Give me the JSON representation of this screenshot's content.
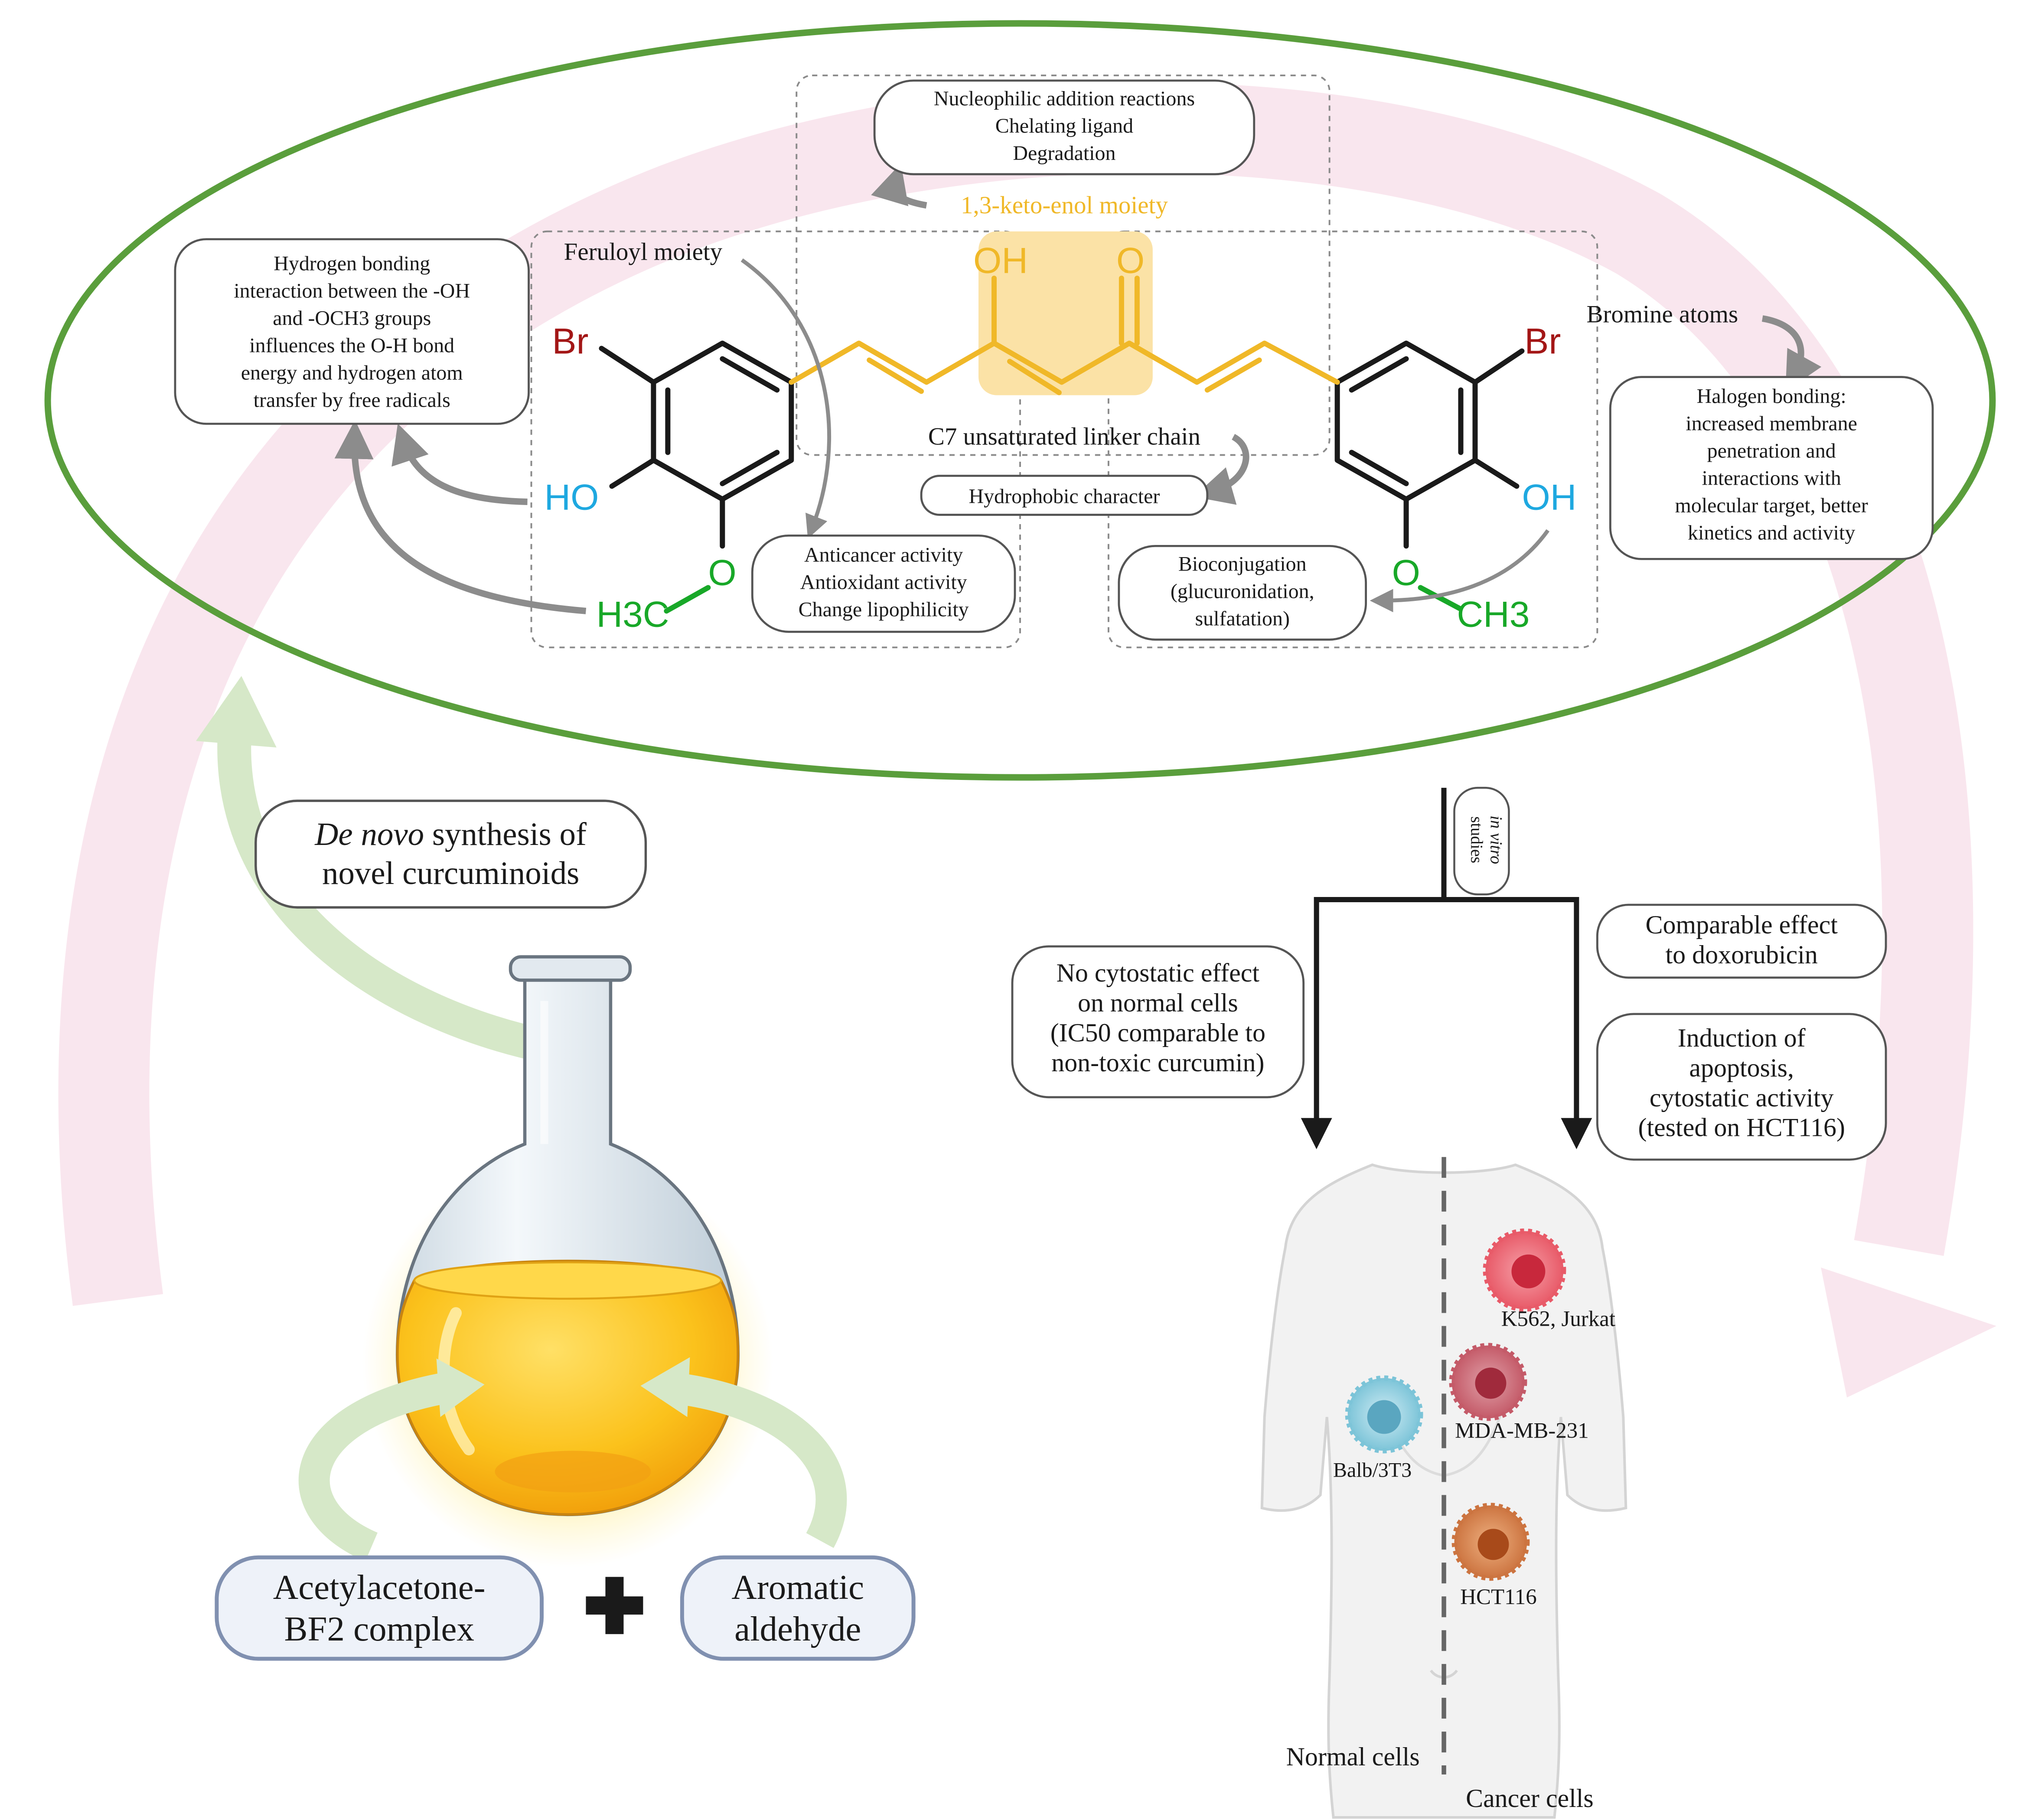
{
  "colors": {
    "ellipse": "#5a9e3c",
    "linker": "#f0b828",
    "bromine": "#a31616",
    "hydroxyl": "#1ea8e0",
    "methoxy": "#18a828",
    "pink_arrow": "#f9e6ee",
    "green_arrow": "#d6e8c8",
    "highlight": "#fbe2a6"
  },
  "molecule": {
    "br_left": "Br",
    "br_right": "Br",
    "oh_enol": "OH",
    "o_keto": "O",
    "ho_left": "HO",
    "oh_right": "OH",
    "o_left": "O",
    "o_right": "O",
    "h3c_left": "H3C",
    "ch3_right": "CH3"
  },
  "labels": {
    "keto_enol": "1,3-keto-enol moiety",
    "feruloyl": "Feruloyl moiety",
    "bromine_atoms": "Bromine atoms",
    "c7_linker": "C7 unsaturated linker chain",
    "nucleophilic": [
      "Nucleophilic addition reactions",
      "Chelating ligand",
      "Degradation"
    ],
    "hydrogen_bonding": [
      "Hydrogen bonding",
      "interaction between the -OH",
      "and -OCH3 groups",
      "influences the O-H bond",
      "energy and hydrogen atom",
      "transfer by free radicals"
    ],
    "hydrophobic": "Hydrophobic character",
    "halogen": [
      "Halogen bonding:",
      "increased membrane",
      "penetration and",
      "interactions with",
      "molecular target, better",
      "kinetics and activity"
    ],
    "anticancer": [
      "Anticancer activity",
      "Antioxidant activity",
      "Change lipophilicity"
    ],
    "bioconjugation": [
      "Bioconjugation",
      "(glucuronidation,",
      "sulfatation)"
    ]
  },
  "synthesis": {
    "title_italic": "De novo",
    "title_rest": " synthesis of",
    "title_line2": "novel curcuminoids",
    "reagent1_line1": "Acetylacetone-",
    "reagent1_line2": "BF2 complex",
    "reagent2_line1": "Aromatic",
    "reagent2_line2": "aldehyde"
  },
  "studies": {
    "in_vitro": "in vitro",
    "studies": "studies",
    "no_cytostatic": [
      "No cytostatic effect",
      "on normal cells",
      "(IC50 comparable to",
      "non-toxic curcumin)"
    ],
    "comparable": [
      "Comparable effect",
      "to doxorubicin"
    ],
    "induction": [
      "Induction of",
      "apoptosis,",
      "cytostatic activity",
      "(tested on HCT116)"
    ]
  },
  "cells": {
    "k562": "K562, Jurkat",
    "mda": "MDA-MB-231",
    "balb": "Balb/3T3",
    "hct": "HCT116",
    "normal_cells": "Normal cells",
    "cancer_cells": "Cancer cells"
  }
}
